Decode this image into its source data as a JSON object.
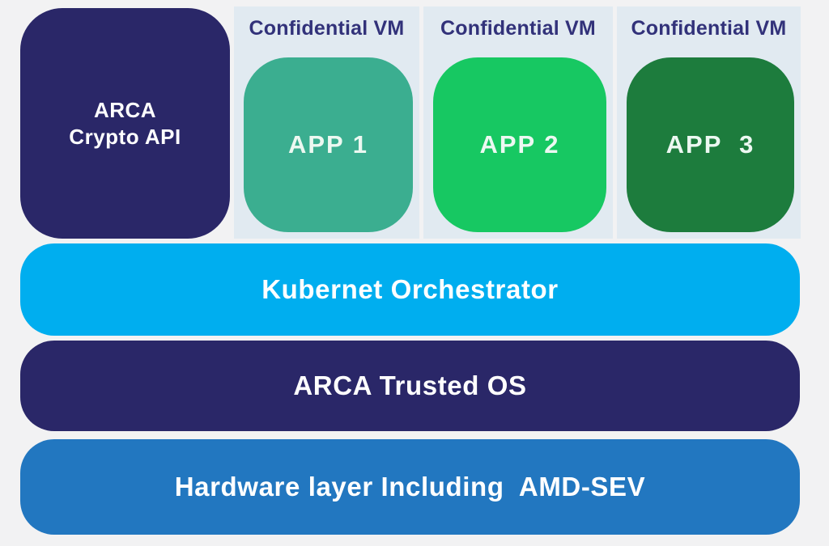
{
  "page": {
    "background_color": "#f2f2f3"
  },
  "top_row": {
    "arca_crypto_box": {
      "label_line1": "ARCA",
      "label_line2": "Crypto API",
      "color": "#2a2768",
      "text_color": "#ffffff"
    },
    "panel_background_color": "#e1eaf1",
    "panel_title_color": "#32327a",
    "confidential_vms": [
      {
        "title": "Confidential VM",
        "app_label": "APP 1",
        "app_color": "#3bae90"
      },
      {
        "title": "Confidential VM",
        "app_label": "APP 2",
        "app_color": "#17c862"
      },
      {
        "title": "Confidential VM",
        "app_label": "APP  3",
        "app_color": "#1d7c3d"
      }
    ]
  },
  "layers": [
    {
      "label": "Kubernet Orchestrator",
      "color": "#00aeef"
    },
    {
      "label": "ARCA Trusted OS",
      "color": "#2a2768"
    },
    {
      "label": "Hardware layer Including  AMD-SEV",
      "color": "#2277c0"
    }
  ]
}
